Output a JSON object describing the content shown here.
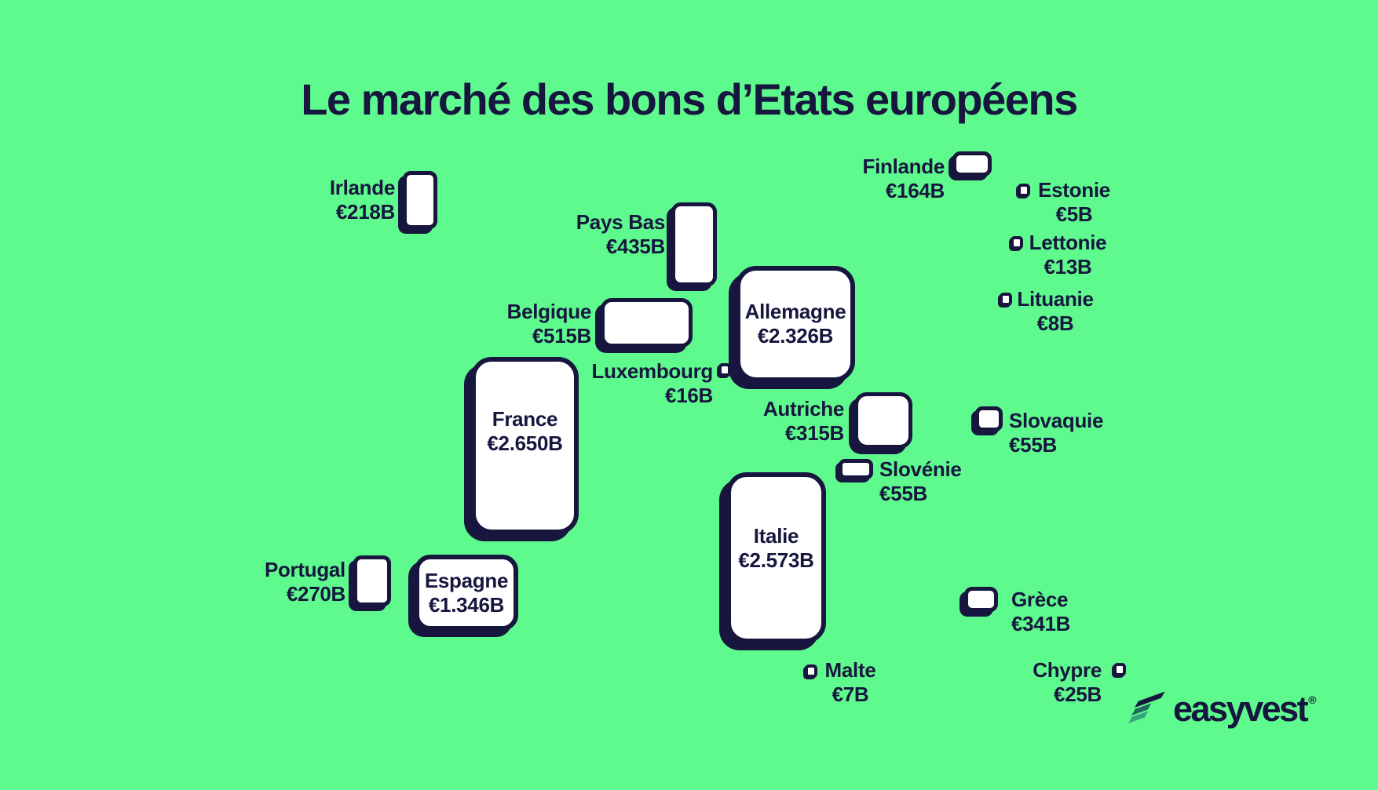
{
  "title": "Le marché des bons d’Etats européens",
  "colors": {
    "background": "#5ffa8d",
    "ink": "#16163f",
    "box_fill": "#ffffff",
    "logo_navy": "#16163f",
    "logo_teal": "#1d6a5c",
    "logo_green": "#36a37b"
  },
  "chart_data": {
    "type": "proportional_area",
    "title": "Le marché des bons d’Etats européens",
    "unit": "milliards d'euros (€B)",
    "legend": "none",
    "layout_hint": "white rounded rectangles sized proportionally to value, arranged roughly like a map of Europe on green background",
    "points": [
      {
        "id": "irlande",
        "label": "Irlande",
        "value": 218,
        "value_label": "€218B"
      },
      {
        "id": "paysbas",
        "label": "Pays Bas",
        "value": 435,
        "value_label": "€435B"
      },
      {
        "id": "belgique",
        "label": "Belgique",
        "value": 515,
        "value_label": "€515B"
      },
      {
        "id": "luxembourg",
        "label": "Luxembourg",
        "value": 16,
        "value_label": "€16B"
      },
      {
        "id": "allemagne",
        "label": "Allemagne",
        "value": 2326,
        "value_label": "€2.326B"
      },
      {
        "id": "france",
        "label": "France",
        "value": 2650,
        "value_label": "€2.650B"
      },
      {
        "id": "finlande",
        "label": "Finlande",
        "value": 164,
        "value_label": "€164B"
      },
      {
        "id": "estonie",
        "label": "Estonie",
        "value": 5,
        "value_label": "€5B"
      },
      {
        "id": "lettonie",
        "label": "Lettonie",
        "value": 13,
        "value_label": "€13B"
      },
      {
        "id": "lituanie",
        "label": "Lituanie",
        "value": 8,
        "value_label": "€8B"
      },
      {
        "id": "autriche",
        "label": "Autriche",
        "value": 315,
        "value_label": "€315B"
      },
      {
        "id": "slovaquie",
        "label": "Slovaquie",
        "value": 55,
        "value_label": "€55B"
      },
      {
        "id": "slovenie",
        "label": "Slovénie",
        "value": 55,
        "value_label": "€55B"
      },
      {
        "id": "italie",
        "label": "Italie",
        "value": 2573,
        "value_label": "€2.573B"
      },
      {
        "id": "portugal",
        "label": "Portugal",
        "value": 270,
        "value_label": "€270B"
      },
      {
        "id": "espagne",
        "label": "Espagne",
        "value": 1346,
        "value_label": "€1.346B"
      },
      {
        "id": "grece",
        "label": "Grèce",
        "value": 341,
        "value_label": "€341B"
      },
      {
        "id": "malte",
        "label": "Malte",
        "value": 7,
        "value_label": "€7B"
      },
      {
        "id": "chypre",
        "label": "Chypre",
        "value": 25,
        "value_label": "€25B"
      }
    ]
  },
  "logo": {
    "brand": "easyvest",
    "registered_mark": "®"
  }
}
